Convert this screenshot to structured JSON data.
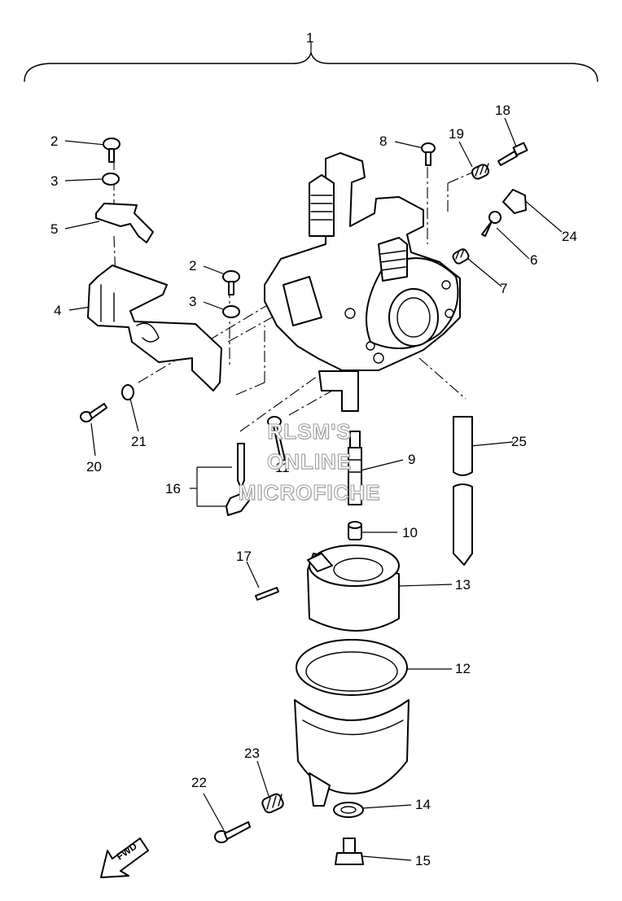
{
  "callouts": {
    "c1": "1",
    "c2a": "2",
    "c2b": "2",
    "c3a": "3",
    "c3b": "3",
    "c4": "4",
    "c5": "5",
    "c6": "6",
    "c7": "7",
    "c8": "8",
    "c9": "9",
    "c10": "10",
    "c11": "11",
    "c12": "12",
    "c13": "13",
    "c14": "14",
    "c15": "15",
    "c16": "16",
    "c17": "17",
    "c18": "18",
    "c19": "19",
    "c20": "20",
    "c21": "21",
    "c22": "22",
    "c23": "23",
    "c24": "24",
    "c25": "25"
  },
  "watermark": {
    "line1": "RLSM'S",
    "line2": "ONLINE",
    "line3": "MICROFICHE"
  },
  "fwd_label": "FWD"
}
